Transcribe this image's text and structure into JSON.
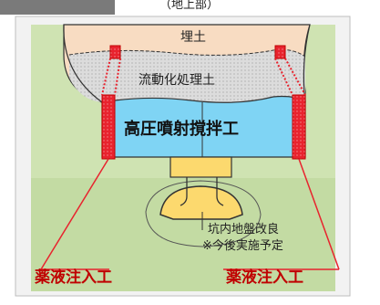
{
  "header": {
    "tab_label": "",
    "subtitle": "（地上部）"
  },
  "labels": {
    "fill_soil": "埋土",
    "fluidized_soil": "流動化処理土",
    "high_pressure_jet": "高圧噴射撹拌工",
    "ground_improvement_line1": "坑内地盤改良",
    "ground_improvement_line2": "※今後実施予定",
    "chemical_left": "薬液注入工",
    "chemical_right": "薬液注入工"
  },
  "colors": {
    "background_panel": "#f2f2f2",
    "ground": "#cfe3b2",
    "soil": "#f8dcc2",
    "fluidized": "#dcdcdc",
    "jet_blue": "#7fd4f4",
    "injection_red": "#e8232e",
    "tunnel_yellow": "#fcd96e",
    "label_red": "#c00000"
  }
}
